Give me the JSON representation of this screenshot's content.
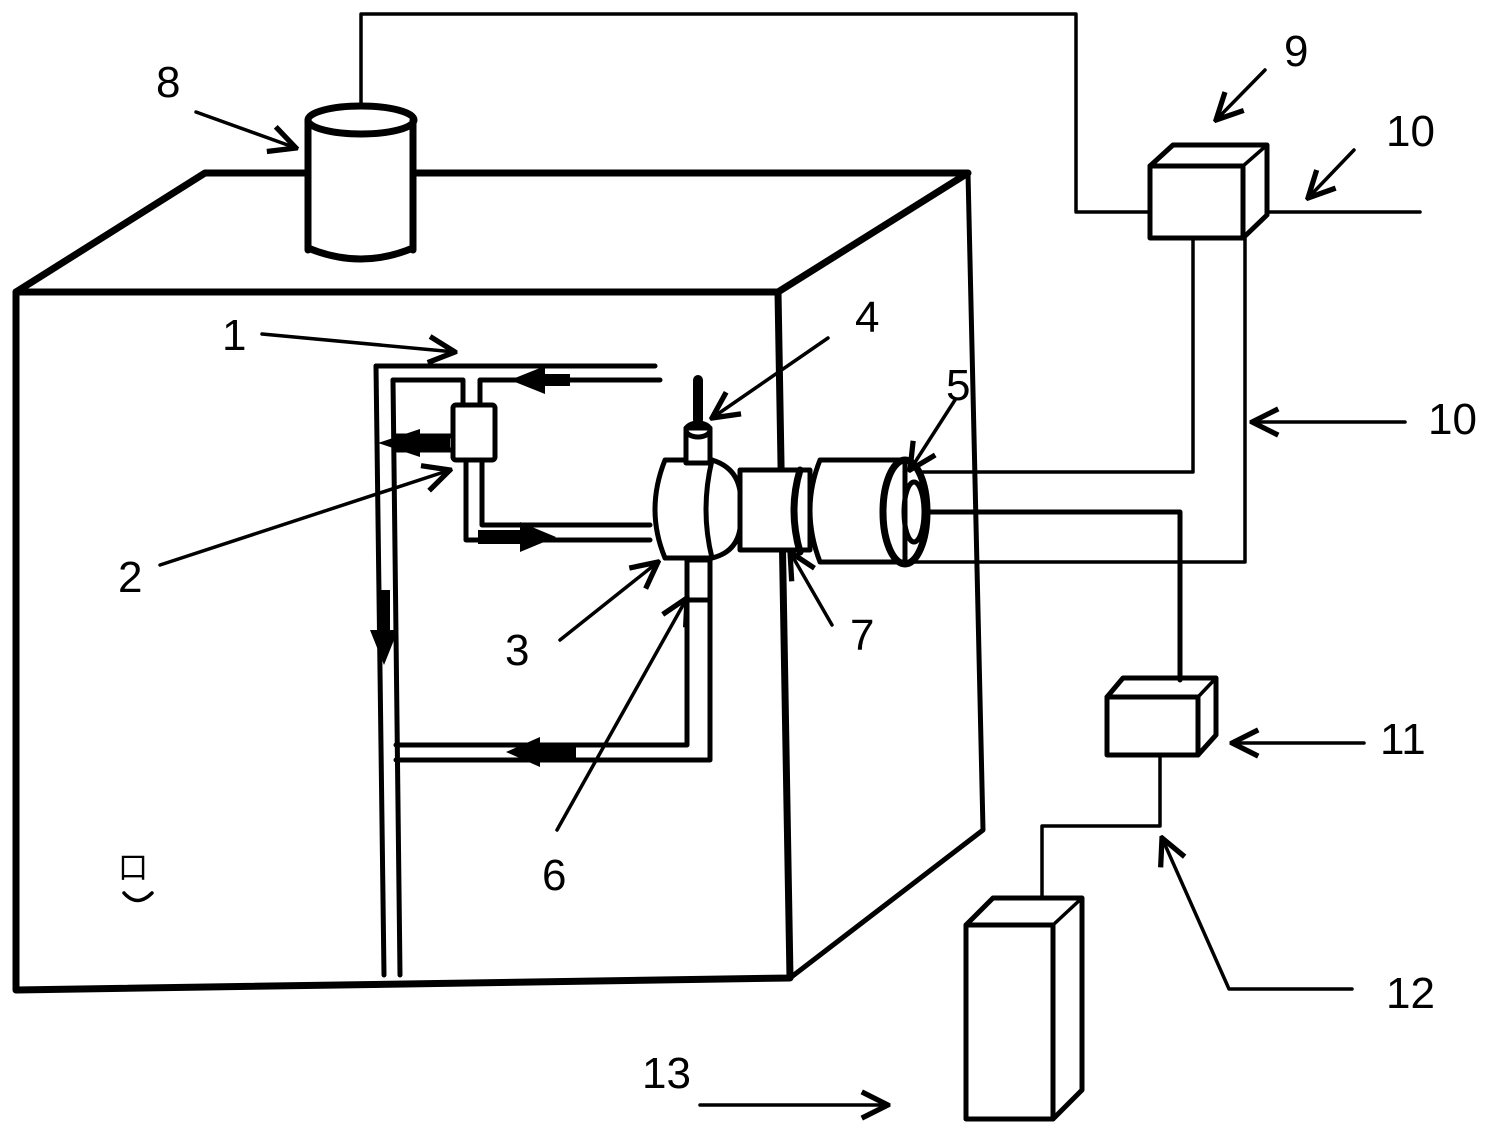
{
  "diagram": {
    "type": "patent-schematic",
    "description": "Test chamber apparatus with cylinder-mounted components, piping loop with flow arrows, and external control units",
    "stroke_color": "#000000",
    "background_color": "#ffffff",
    "labels": [
      {
        "id": "1",
        "text": "1",
        "target": "piping-loop"
      },
      {
        "id": "2",
        "text": "2",
        "target": "valve-block"
      },
      {
        "id": "3",
        "text": "3",
        "target": "main-housing"
      },
      {
        "id": "4",
        "text": "4",
        "target": "top-port"
      },
      {
        "id": "5",
        "text": "5",
        "target": "end-ring"
      },
      {
        "id": "6",
        "text": "6",
        "target": "bottom-port"
      },
      {
        "id": "7",
        "text": "7",
        "target": "coupling-sleeve"
      },
      {
        "id": "8",
        "text": "8",
        "target": "top-canister"
      },
      {
        "id": "9",
        "text": "9",
        "target": "controller-box-top"
      },
      {
        "id": "10a",
        "text": "10",
        "target": "cable-right"
      },
      {
        "id": "10b",
        "text": "10",
        "target": "cable-vertical"
      },
      {
        "id": "11",
        "text": "11",
        "target": "controller-box-lower"
      },
      {
        "id": "12",
        "text": "12",
        "target": "cable-lower"
      },
      {
        "id": "13",
        "text": "13",
        "target": "cabinet-tower"
      }
    ],
    "misc_glyph": "口"
  }
}
